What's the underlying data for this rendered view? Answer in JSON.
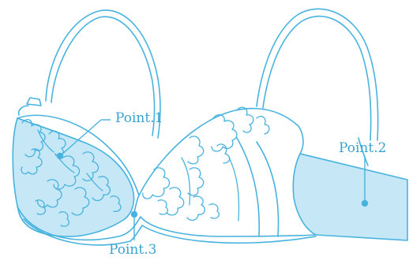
{
  "colors": {
    "line": "#48b3df",
    "fill": "#c6e7f6",
    "label": "#3aa3cf",
    "background": "#ffffff"
  },
  "labels": {
    "point1": "Point.1",
    "point2": "Point.2",
    "point3": "Point.3"
  }
}
